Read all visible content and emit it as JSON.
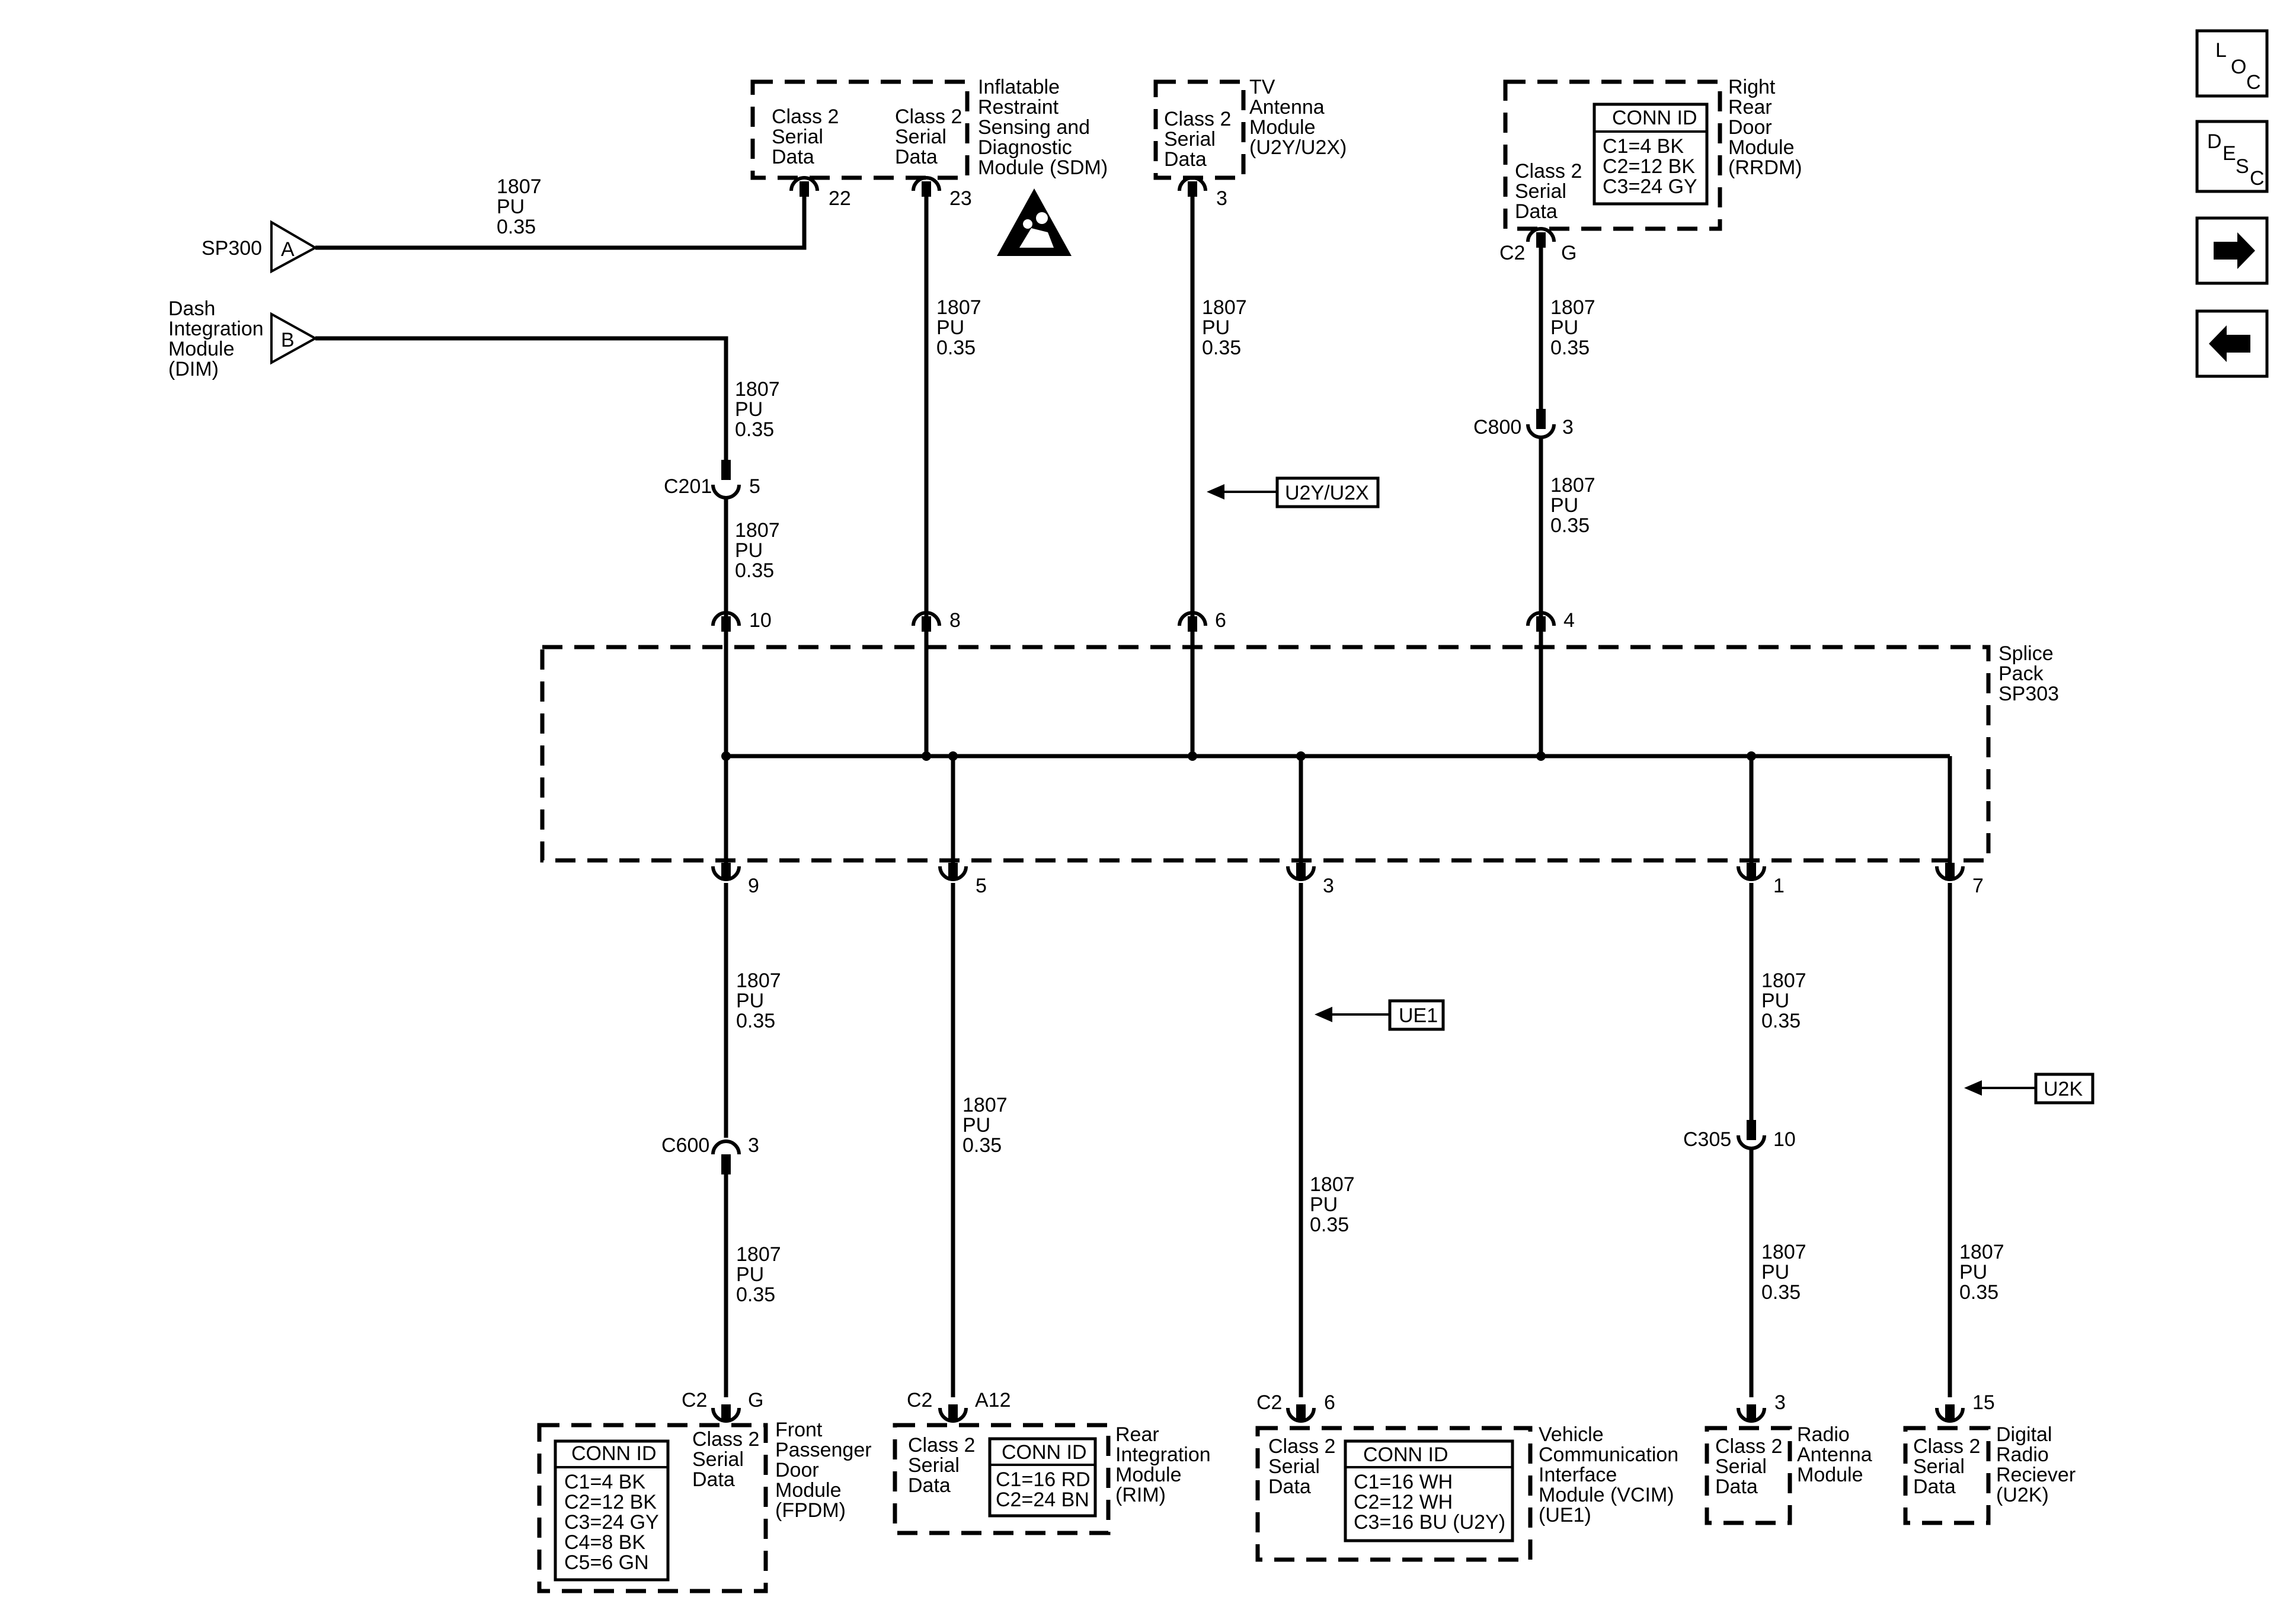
{
  "nav": {
    "loc": {
      "l1": "L",
      "l2": "O",
      "l3": "C"
    },
    "desc": {
      "l1": "D",
      "l2": "E",
      "l3": "S",
      "l4": "C"
    },
    "next_icon": "right-arrow-icon",
    "prev_icon": "left-arrow-icon"
  },
  "wire": {
    "num": "1807",
    "color": "PU",
    "gauge": "0.35"
  },
  "offpage": {
    "sp300": {
      "label": "SP300",
      "letter": "A"
    },
    "dim": {
      "letter": "B",
      "l1": "Dash",
      "l2": "Integration",
      "l3": "Module",
      "l4": "(DIM)"
    }
  },
  "sdm": {
    "l1": "Inflatable",
    "l2": "Restraint",
    "l3": "Sensing and",
    "l4": "Diagnostic",
    "l5": "Module (SDM)",
    "pin22": "22",
    "pin23": "23",
    "csd": {
      "a": "Class 2",
      "b": "Serial",
      "c": "Data"
    }
  },
  "tv": {
    "l1": "TV",
    "l2": "Antenna",
    "l3": "Module",
    "l4": "(U2Y/U2X)",
    "pin": "3"
  },
  "rrdm": {
    "l1": "Right",
    "l2": "Rear",
    "l3": "Door",
    "l4": "Module",
    "l5": "(RRDM)",
    "conn_title": "CONN ID",
    "c1": "C1=4 BK",
    "c2": "C2=12 BK",
    "c3": "C3=24 GY",
    "conn": "C2",
    "pin": "G"
  },
  "connectors": {
    "c201": {
      "name": "C201",
      "pin": "5"
    },
    "c800": {
      "name": "C800",
      "pin": "3"
    },
    "c600": {
      "name": "C600",
      "pin": "3"
    },
    "c305": {
      "name": "C305",
      "pin": "10"
    }
  },
  "options": {
    "u2y": "U2Y/U2X",
    "ue1": "UE1",
    "u2k": "U2K"
  },
  "splice": {
    "l1": "Splice",
    "l2": "Pack",
    "l3": "SP303",
    "top_pins": [
      "10",
      "8",
      "6",
      "4"
    ],
    "bottom_pins": [
      "9",
      "5",
      "3",
      "1",
      "7"
    ]
  },
  "fpdm": {
    "l1": "Front",
    "l2": "Passenger",
    "l3": "Door",
    "l4": "Module",
    "l5": "(FPDM)",
    "conn": "C2",
    "pin": "G",
    "conn_title": "CONN ID",
    "rows": [
      "C1=4 BK",
      "C2=12 BK",
      "C3=24 GY",
      "C4=8 BK",
      "C5=6 GN"
    ]
  },
  "rim": {
    "l1": "Rear",
    "l2": "Integration",
    "l3": "Module",
    "l4": "(RIM)",
    "conn": "C2",
    "pin": "A12",
    "conn_title": "CONN ID",
    "rows": [
      "C1=16 RD",
      "C2=24 BN"
    ]
  },
  "vcim": {
    "l1": "Vehicle",
    "l2": "Communication",
    "l3": "Interface",
    "l4": "Module (VCIM)",
    "l5": "(UE1)",
    "conn": "C2",
    "pin": "6",
    "conn_title": "CONN ID",
    "rows": [
      "C1=16 WH",
      "C2=12 WH",
      "C3=16 BU (U2Y)"
    ]
  },
  "radio_ant": {
    "l1": "Radio",
    "l2": "Antenna",
    "l3": "Module",
    "pin": "3"
  },
  "drr": {
    "l1": "Digital",
    "l2": "Radio",
    "l3": "Reciever",
    "l4": "(U2K)",
    "pin": "15"
  }
}
